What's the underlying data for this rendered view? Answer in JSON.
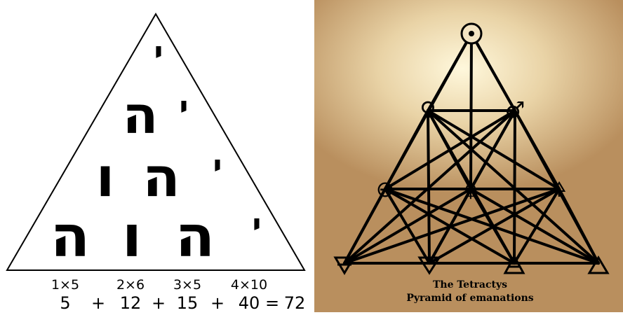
{
  "left": {
    "rows": [
      [
        "י"
      ],
      [
        "ה",
        "י"
      ],
      [
        "ו",
        "ה",
        "י"
      ],
      [
        "ה",
        "ו",
        "ה",
        "י"
      ]
    ],
    "products": [
      "1×5",
      "2×6",
      "3×5",
      "4×10"
    ],
    "sum_terms": [
      "5",
      "+",
      "12",
      "+",
      "15",
      "+",
      "40",
      "=",
      "72"
    ]
  },
  "right": {
    "symbols": {
      "top": "⊙",
      "venus": "♀",
      "mars": "♂",
      "earth": "⊖",
      "mercury": "☿",
      "sulfur": "🜍",
      "water": "🜄",
      "air": "🜁",
      "fire": "🜂"
    },
    "caption_line1": "The Tetractys",
    "caption_line2": "Pyramid of emanations"
  },
  "colors": {
    "lines": "#000000",
    "parchment_light": "#fff8dc",
    "parchment_dark": "#b98f5e"
  }
}
